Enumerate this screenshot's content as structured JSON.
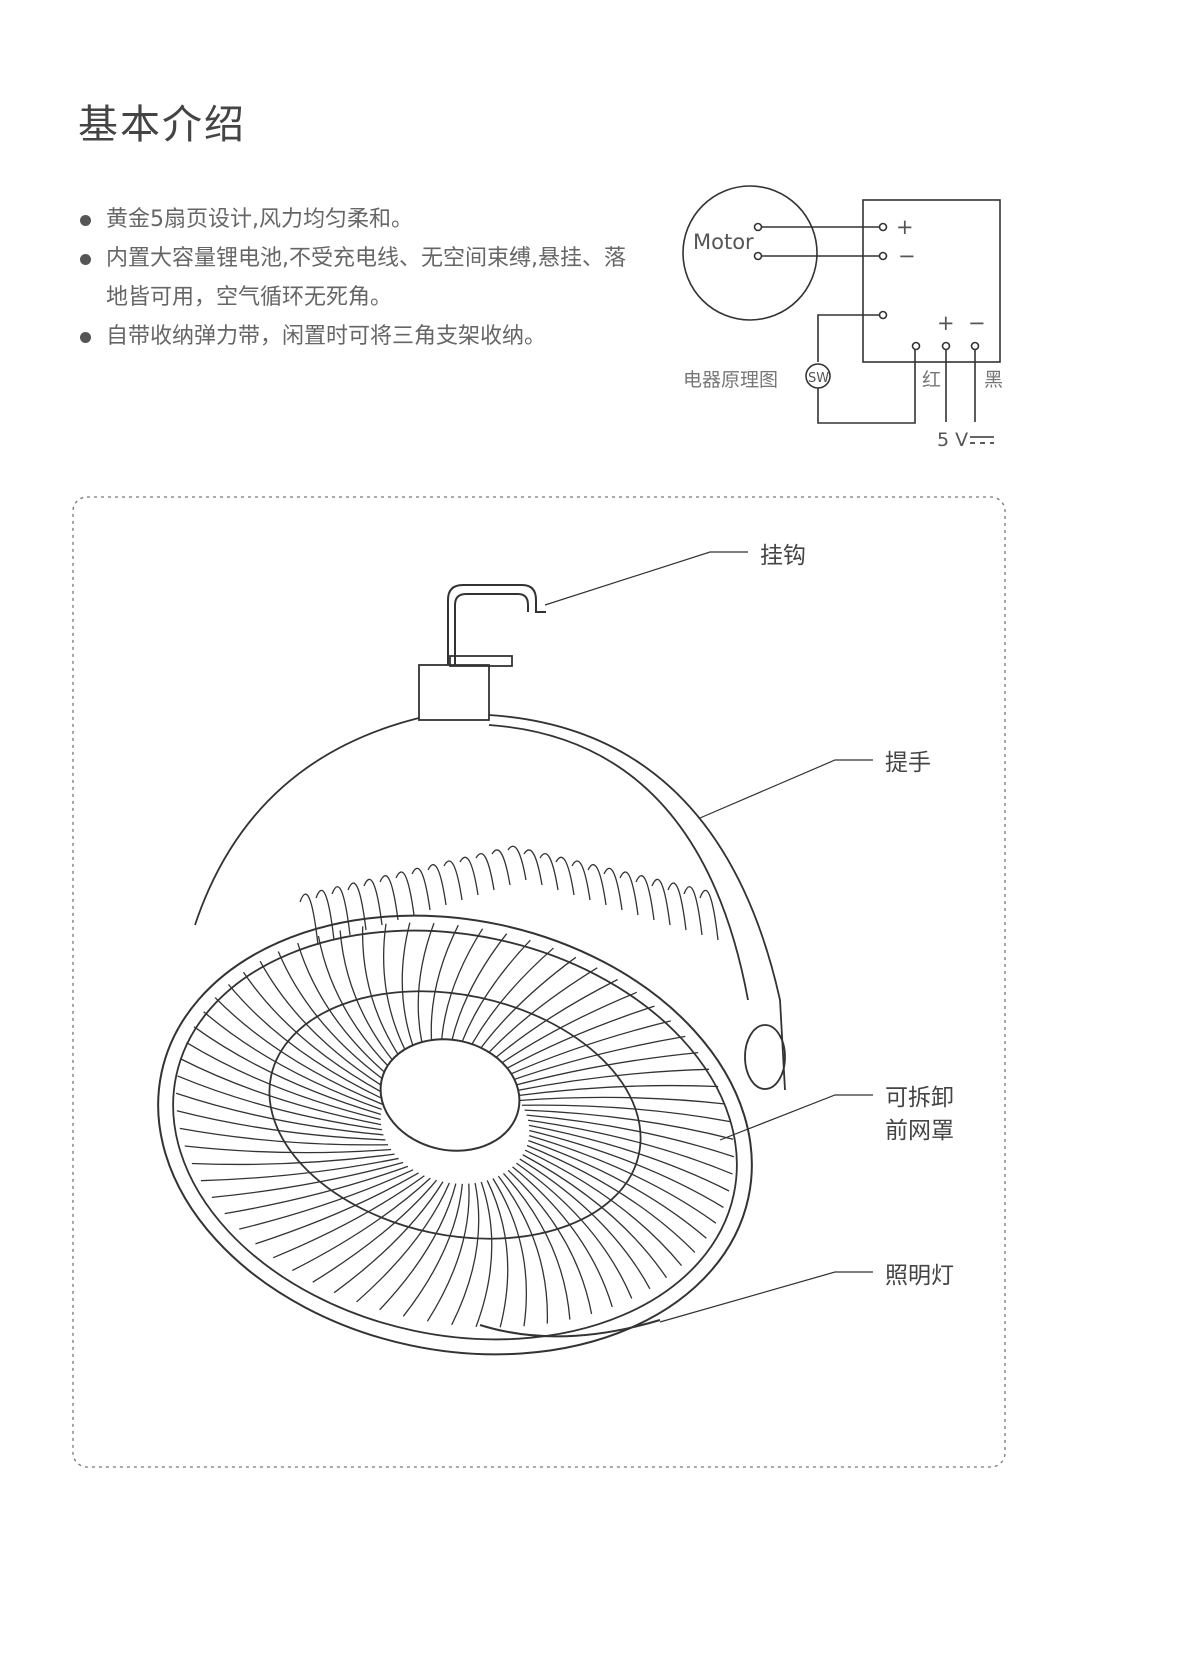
{
  "title": "基本介绍",
  "features": [
    "黄金5扇页设计,风力均匀柔和。",
    "内置大容量锂电池,不受充电线、无空间束缚,悬挂、落地皆可用，空气循环无死角。",
    "自带收纳弹力带，闲置时可将三角支架收纳。"
  ],
  "circuit": {
    "caption": "电器原理图",
    "motor": "Motor",
    "switch": "SW",
    "plus": "+",
    "minus": "−",
    "red": "红",
    "black": "黑",
    "voltage": "5 V"
  },
  "callouts": {
    "hook": "挂钩",
    "handle": "提手",
    "grille_line1": "可拆卸",
    "grille_line2": "前网罩",
    "light": "照明灯"
  }
}
